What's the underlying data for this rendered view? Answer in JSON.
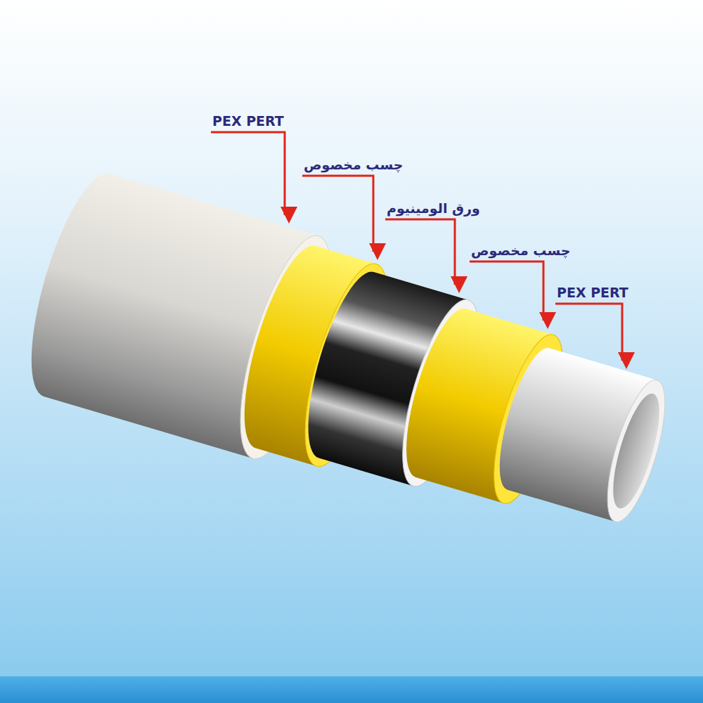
{
  "diagram": {
    "labels": [
      "PEX PERT",
      "چسب مخصوص",
      "ورق الومینیوم",
      "چسب مخصوص",
      "PEX PERT"
    ]
  }
}
